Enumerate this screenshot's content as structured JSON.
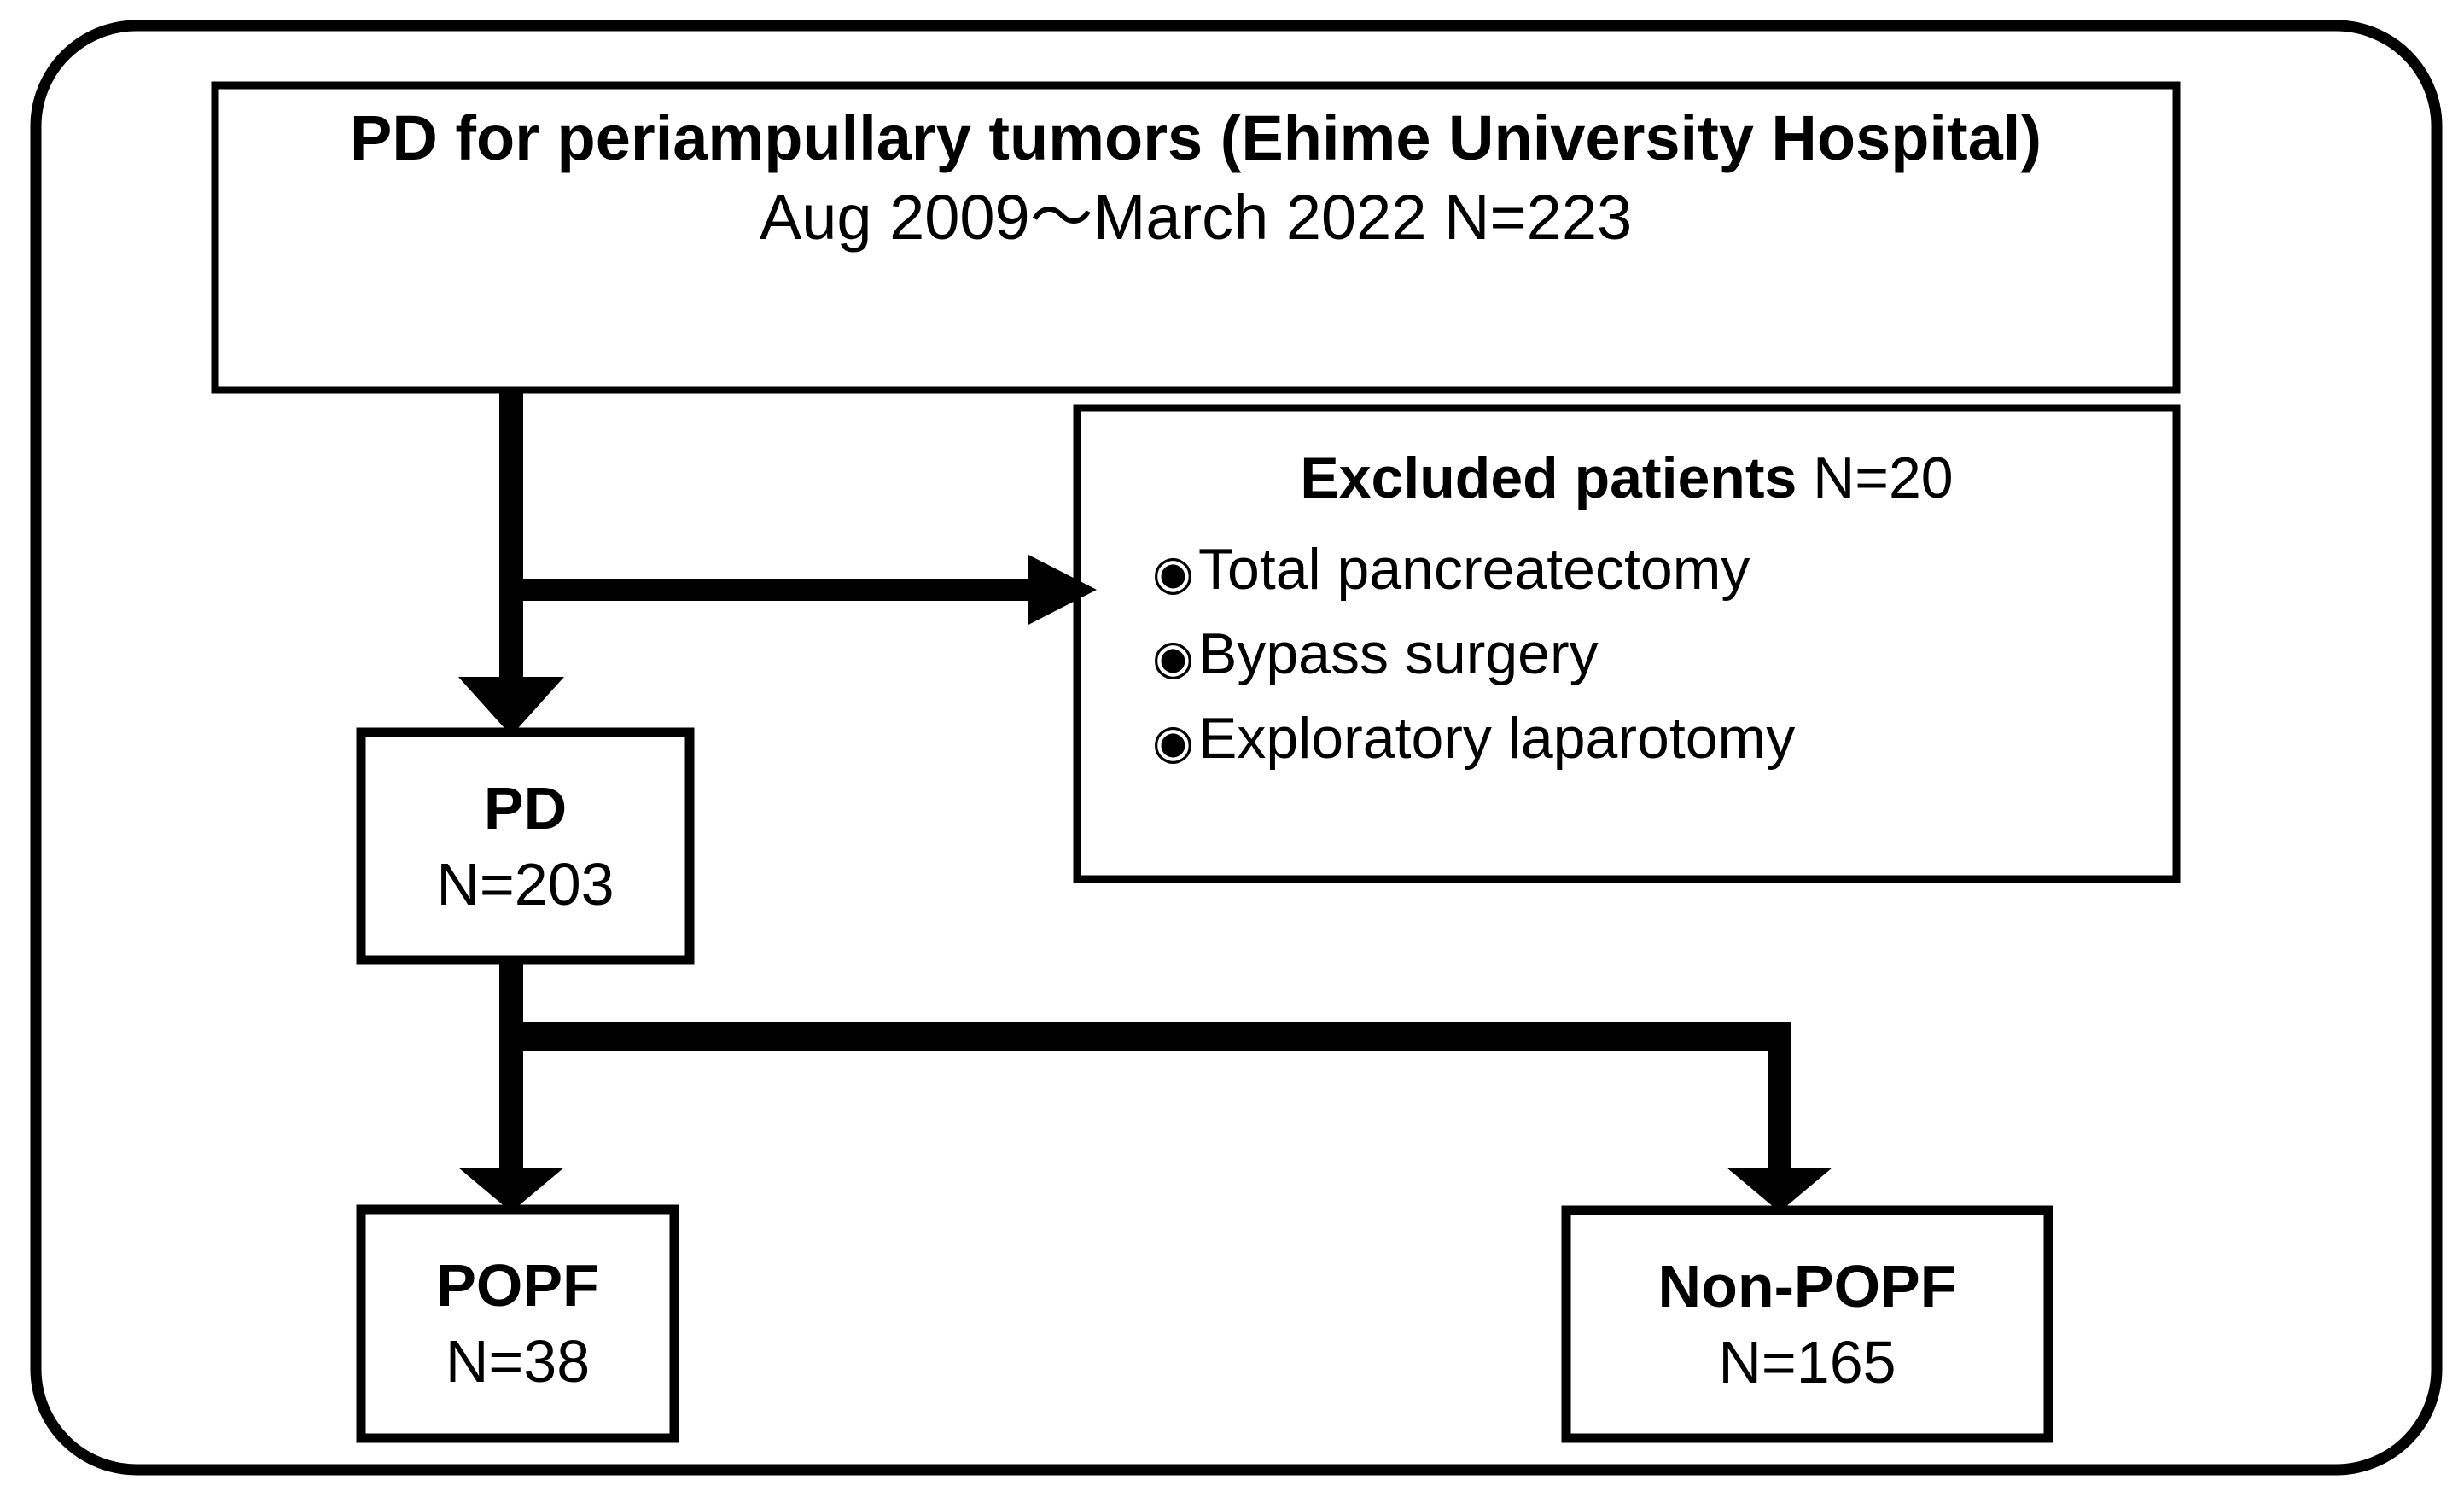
{
  "figure": {
    "type": "flowchart",
    "title": "Patient selection flow diagram",
    "colors": {
      "stroke": "#000000",
      "fill": "#ffffff",
      "text": "#000000"
    }
  },
  "nodes": {
    "cohort": {
      "title": "PD for periampullary tumors (Ehime University Hospital)",
      "subtitle": "Aug 2009～March 2022 N=223"
    },
    "excluded": {
      "title_bold": "Excluded patients",
      "title_count": " N=20",
      "bullet_glyph": "◉",
      "items": [
        "Total pancreatectomy",
        "Bypass surgery",
        "Exploratory laparotomy"
      ]
    },
    "pd": {
      "label": "PD",
      "count": "N=203"
    },
    "popf": {
      "label": "POPF",
      "count": "N=38"
    },
    "non_popf": {
      "label": "Non-POPF",
      "count": "N=165"
    }
  },
  "edges": [
    {
      "from": "cohort",
      "to": "excluded",
      "kind": "exclusion-branch"
    },
    {
      "from": "cohort",
      "to": "pd",
      "kind": "main-flow"
    },
    {
      "from": "pd",
      "to": "popf",
      "kind": "split-left"
    },
    {
      "from": "pd",
      "to": "non_popf",
      "kind": "split-right"
    }
  ]
}
